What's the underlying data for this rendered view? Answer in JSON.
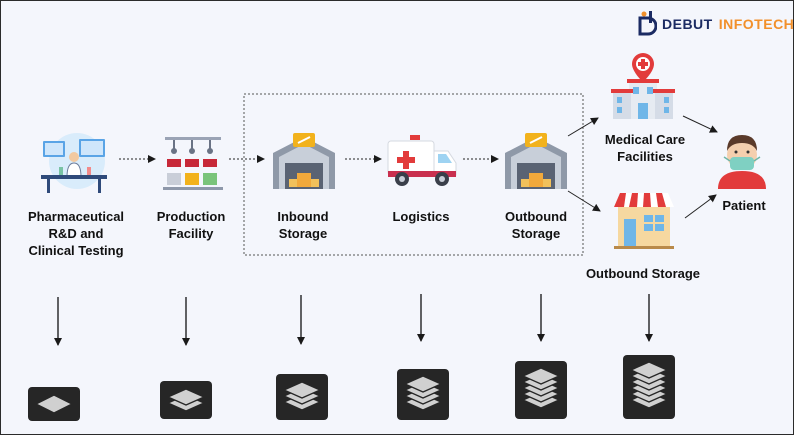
{
  "brand": {
    "name_part1": "DEBUT",
    "name_part2": "INFOTECH"
  },
  "colors": {
    "brand_dark": "#1b2b63",
    "brand_orange": "#f2902b",
    "stack_bg": "#262626",
    "stack_layer": "#d0d0d0",
    "border": "#2b2b2b"
  },
  "nodes": {
    "rnd": {
      "label": "Pharmaceutical\nR&D and\nClinical Testing",
      "icon": "lab-scientist-icon"
    },
    "production": {
      "label": "Production\nFacility",
      "icon": "factory-robot-arms-icon"
    },
    "inbound": {
      "label": "Inbound\nStorage",
      "icon": "warehouse-icon"
    },
    "logistics": {
      "label": "Logistics",
      "icon": "ambulance-truck-icon"
    },
    "outbound": {
      "label": "Outbound\nStorage",
      "icon": "warehouse-icon"
    },
    "medical": {
      "label": "Medical Care\nFacilities",
      "icon": "hospital-icon"
    },
    "outbound_store": {
      "label": "Outbound Storage",
      "icon": "pharmacy-store-icon"
    },
    "patient": {
      "label": "Patient",
      "icon": "masked-patient-icon"
    }
  },
  "stacks": [
    {
      "layers": 1,
      "icon": "layers-stack-icon"
    },
    {
      "layers": 2,
      "icon": "layers-stack-icon"
    },
    {
      "layers": 3,
      "icon": "layers-stack-icon"
    },
    {
      "layers": 4,
      "icon": "layers-stack-icon"
    },
    {
      "layers": 5,
      "icon": "layers-stack-icon"
    },
    {
      "layers": 6,
      "icon": "layers-stack-icon"
    }
  ]
}
